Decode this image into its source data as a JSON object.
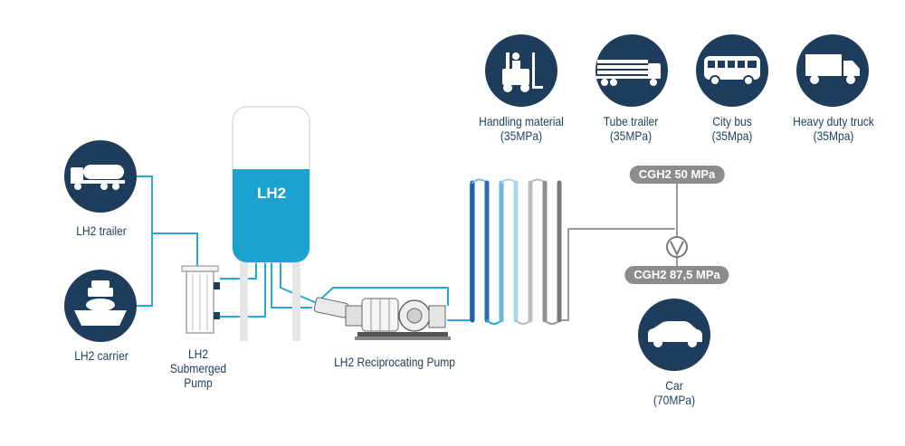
{
  "colors": {
    "navy": "#1e3d5c",
    "line_blue": "#2aa7d6",
    "liquid_blue": "#1aa3cf",
    "dark_blue_pipe": "#1e5fae",
    "grey_pipe": "#9a9a9a",
    "pill_grey": "#8c8c8c"
  },
  "sources": {
    "trailer": {
      "label": "LH2 trailer",
      "icon": "fuel-tanker-truck-icon"
    },
    "carrier": {
      "label": "LH2 carrier",
      "icon": "ship-icon"
    }
  },
  "tank": {
    "label": "LH2"
  },
  "submerged_pump": {
    "line1": "LH2",
    "line2": "Submerged",
    "line3": "Pump"
  },
  "reciprocating_pump": {
    "label": "LH2 Reciprocating Pump"
  },
  "pressures": {
    "cgh2_50": "CGH2 50 MPa",
    "cgh2_875": "CGH2 87,5 MPa"
  },
  "consumers": [
    {
      "name": "Handling material",
      "pressure": "(35MPa)",
      "icon": "forklift-icon"
    },
    {
      "name": "Tube trailer",
      "pressure": "(35MPa)",
      "icon": "tube-trailer-icon"
    },
    {
      "name": "City bus",
      "pressure": "(35Mpa)",
      "icon": "bus-icon"
    },
    {
      "name": "Heavy duty truck",
      "pressure": "(35Mpa)",
      "icon": "truck-icon"
    }
  ],
  "car": {
    "name": "Car",
    "pressure": "(70MPa)",
    "icon": "car-icon"
  }
}
